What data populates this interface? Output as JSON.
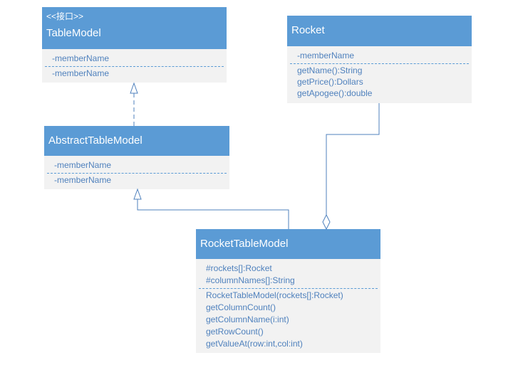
{
  "table_model": {
    "stereotype": "<<接口>>",
    "name": "TableModel",
    "attributes": [
      "-memberName"
    ],
    "operations": [
      "-memberName"
    ]
  },
  "abstract_table_model": {
    "name": "AbstractTableModel",
    "attributes": [
      "-memberName"
    ],
    "operations": [
      "-memberName"
    ]
  },
  "rocket": {
    "name": "Rocket",
    "attributes": [
      "-memberName"
    ],
    "operations": [
      "getName():String",
      "getPrice():Dollars",
      "getApogee():double"
    ]
  },
  "rocket_table_model": {
    "name": "RocketTableModel",
    "attributes": [
      "#rockets[]:Rocket",
      "#columnNames[]:String"
    ],
    "operations": [
      "RocketTableModel(rockets[]:Rocket)",
      "getColumnCount()",
      "getColumnName(i:int)",
      "getRowCount()",
      "getValueAt(row:int,col:int)"
    ]
  },
  "colors": {
    "header": "#5b9bd5",
    "body": "#f2f2f2",
    "text": "#4f81bd",
    "line": "#4f81bd"
  }
}
